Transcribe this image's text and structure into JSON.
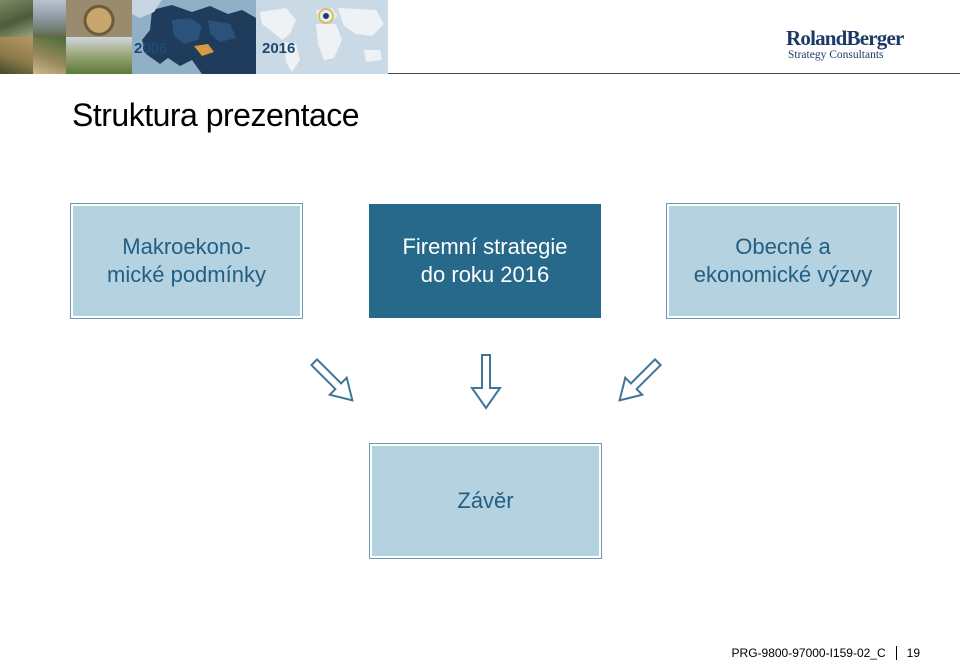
{
  "header": {
    "year_left": "2006",
    "year_right": "2016",
    "logo_main": "RolandBerger",
    "logo_sub": "Strategy Consultants"
  },
  "title": "Struktura prezentace",
  "boxes": [
    {
      "text": "Makroekono-\nmické podmínky",
      "style": "light"
    },
    {
      "text": "Firemní strategie\ndo roku 2016",
      "style": "dark"
    },
    {
      "text": "Obecné a\nekonomické výzvy",
      "style": "light"
    },
    {
      "text": "Závěr",
      "style": "light"
    }
  ],
  "footer": {
    "code": "PRG-9800-97000-I159-02_C",
    "page": "19"
  },
  "colors": {
    "light_box": "#b4d2df",
    "dark_box": "#26698a",
    "light_text": "#235e83",
    "arrow": "#3f7697"
  }
}
